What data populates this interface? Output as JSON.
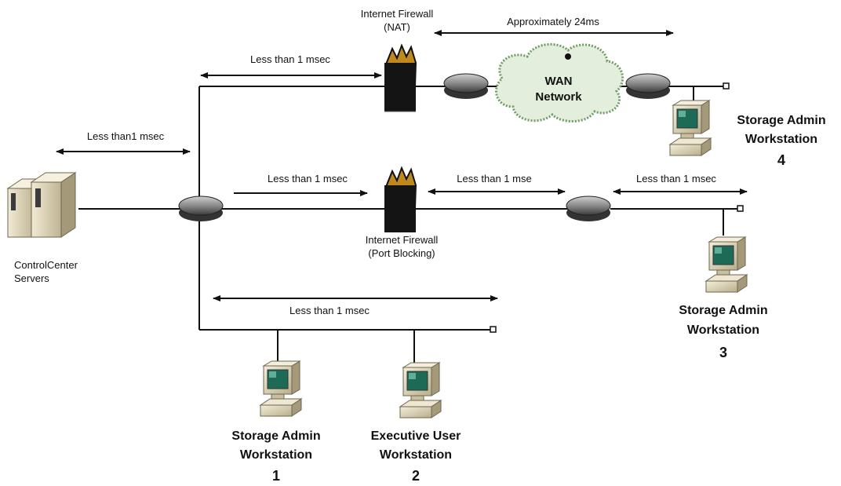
{
  "servers": {
    "label_line1": "ControlCenter",
    "label_line2": "Servers"
  },
  "firewall_top": {
    "label_line1": "Internet Firewall",
    "label_line2": "(NAT)"
  },
  "firewall_mid": {
    "label_line1": "Internet Firewall",
    "label_line2": "(Port Blocking)"
  },
  "wan": {
    "label_line1": "WAN",
    "label_line2": "Network"
  },
  "latencies": {
    "servers_to_hub": "Less than1 msec",
    "hub_to_nat": "Less than 1 msec",
    "nat_to_ws4": "Approximately 24ms",
    "hub_to_portblock": "Less than 1 msec",
    "portblock_to_router": "Less than 1 mse",
    "router_to_ws3": "Less than 1 msec",
    "lan_bottom": "Less than 1 msec"
  },
  "workstations": [
    {
      "line1": "Storage Admin",
      "line2": "Workstation",
      "number": "1"
    },
    {
      "line1": "Executive User",
      "line2": "Workstation",
      "number": "2"
    },
    {
      "line1": "Storage Admin",
      "line2": "Workstation",
      "number": "3"
    },
    {
      "line1": "Storage Admin",
      "line2": "Workstation",
      "number": "4"
    }
  ]
}
